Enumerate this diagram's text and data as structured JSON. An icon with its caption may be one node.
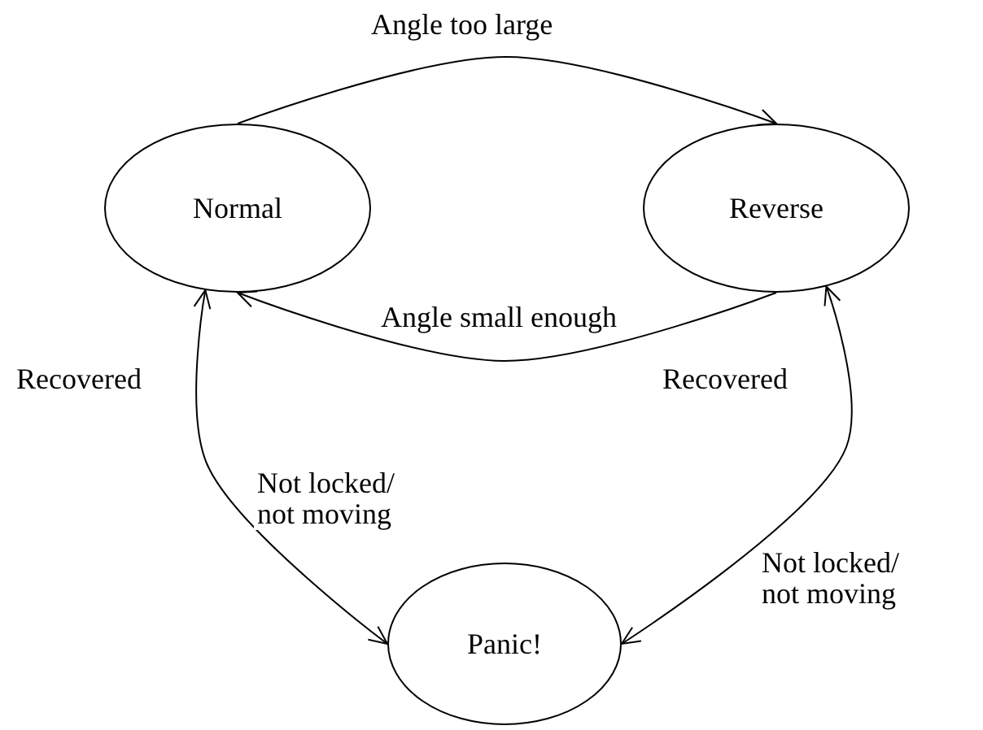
{
  "diagram": {
    "nodes": [
      {
        "text": [
          "Normal"
        ]
      },
      {
        "text": [
          "Reverse"
        ]
      },
      {
        "text": [
          "Panic!"
        ]
      }
    ],
    "edges": [
      {
        "from": 0,
        "to": 1,
        "arrow": "to",
        "label": "Angle too large"
      },
      {
        "from": 1,
        "to": 0,
        "arrow": "to",
        "label": "Angle small enough"
      },
      {
        "from": 0,
        "to": 2,
        "arrow": "both",
        "label": "Not locked/ not moving"
      },
      {
        "from": 1,
        "to": 2,
        "arrow": "both",
        "label": "Not locked/ not moving"
      }
    ],
    "labels": [
      "Recovered",
      "Recovered"
    ]
  }
}
